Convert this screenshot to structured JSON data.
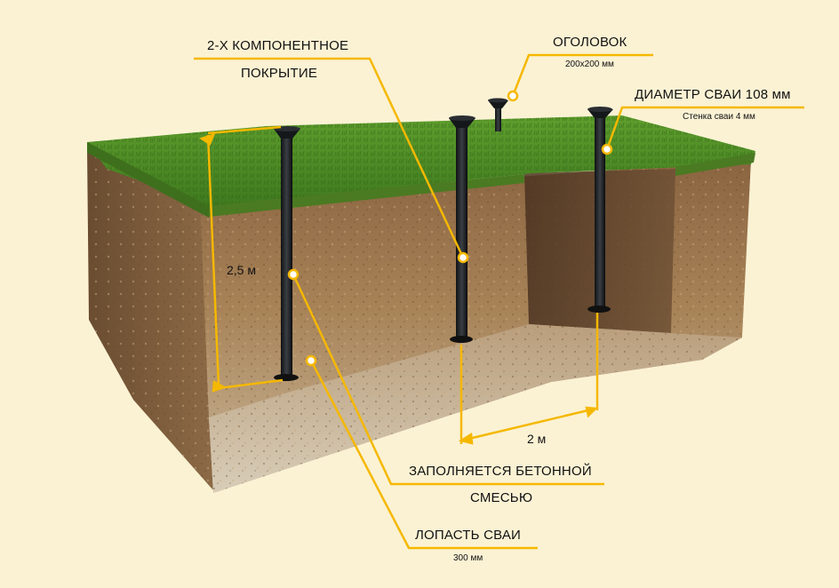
{
  "labels": {
    "coating_line1": "2-Х КОМПОНЕНТНОЕ",
    "coating_line2": "ПОКРЫТИЕ",
    "cap_title": "ОГОЛОВОК",
    "cap_size": "200х200 мм",
    "diameter_title": "ДИАМЕТР СВАИ 108 мм",
    "diameter_wall": "Стенка сваи 4 мм",
    "concrete_line1": "ЗАПОЛНЯЕТСЯ БЕТОННОЙ",
    "concrete_line2": "СМЕСЬЮ",
    "blade_title": "ЛОПАСТЬ СВАИ",
    "blade_size": "300 мм"
  },
  "dimensions": {
    "depth": "2,5 м",
    "spacing": "2 м"
  },
  "colors": {
    "background": "#fbf2d4",
    "accent": "#f5b800",
    "grass": "#5e9a2f",
    "soil": "#9a7650",
    "pile": "#1e2124"
  }
}
